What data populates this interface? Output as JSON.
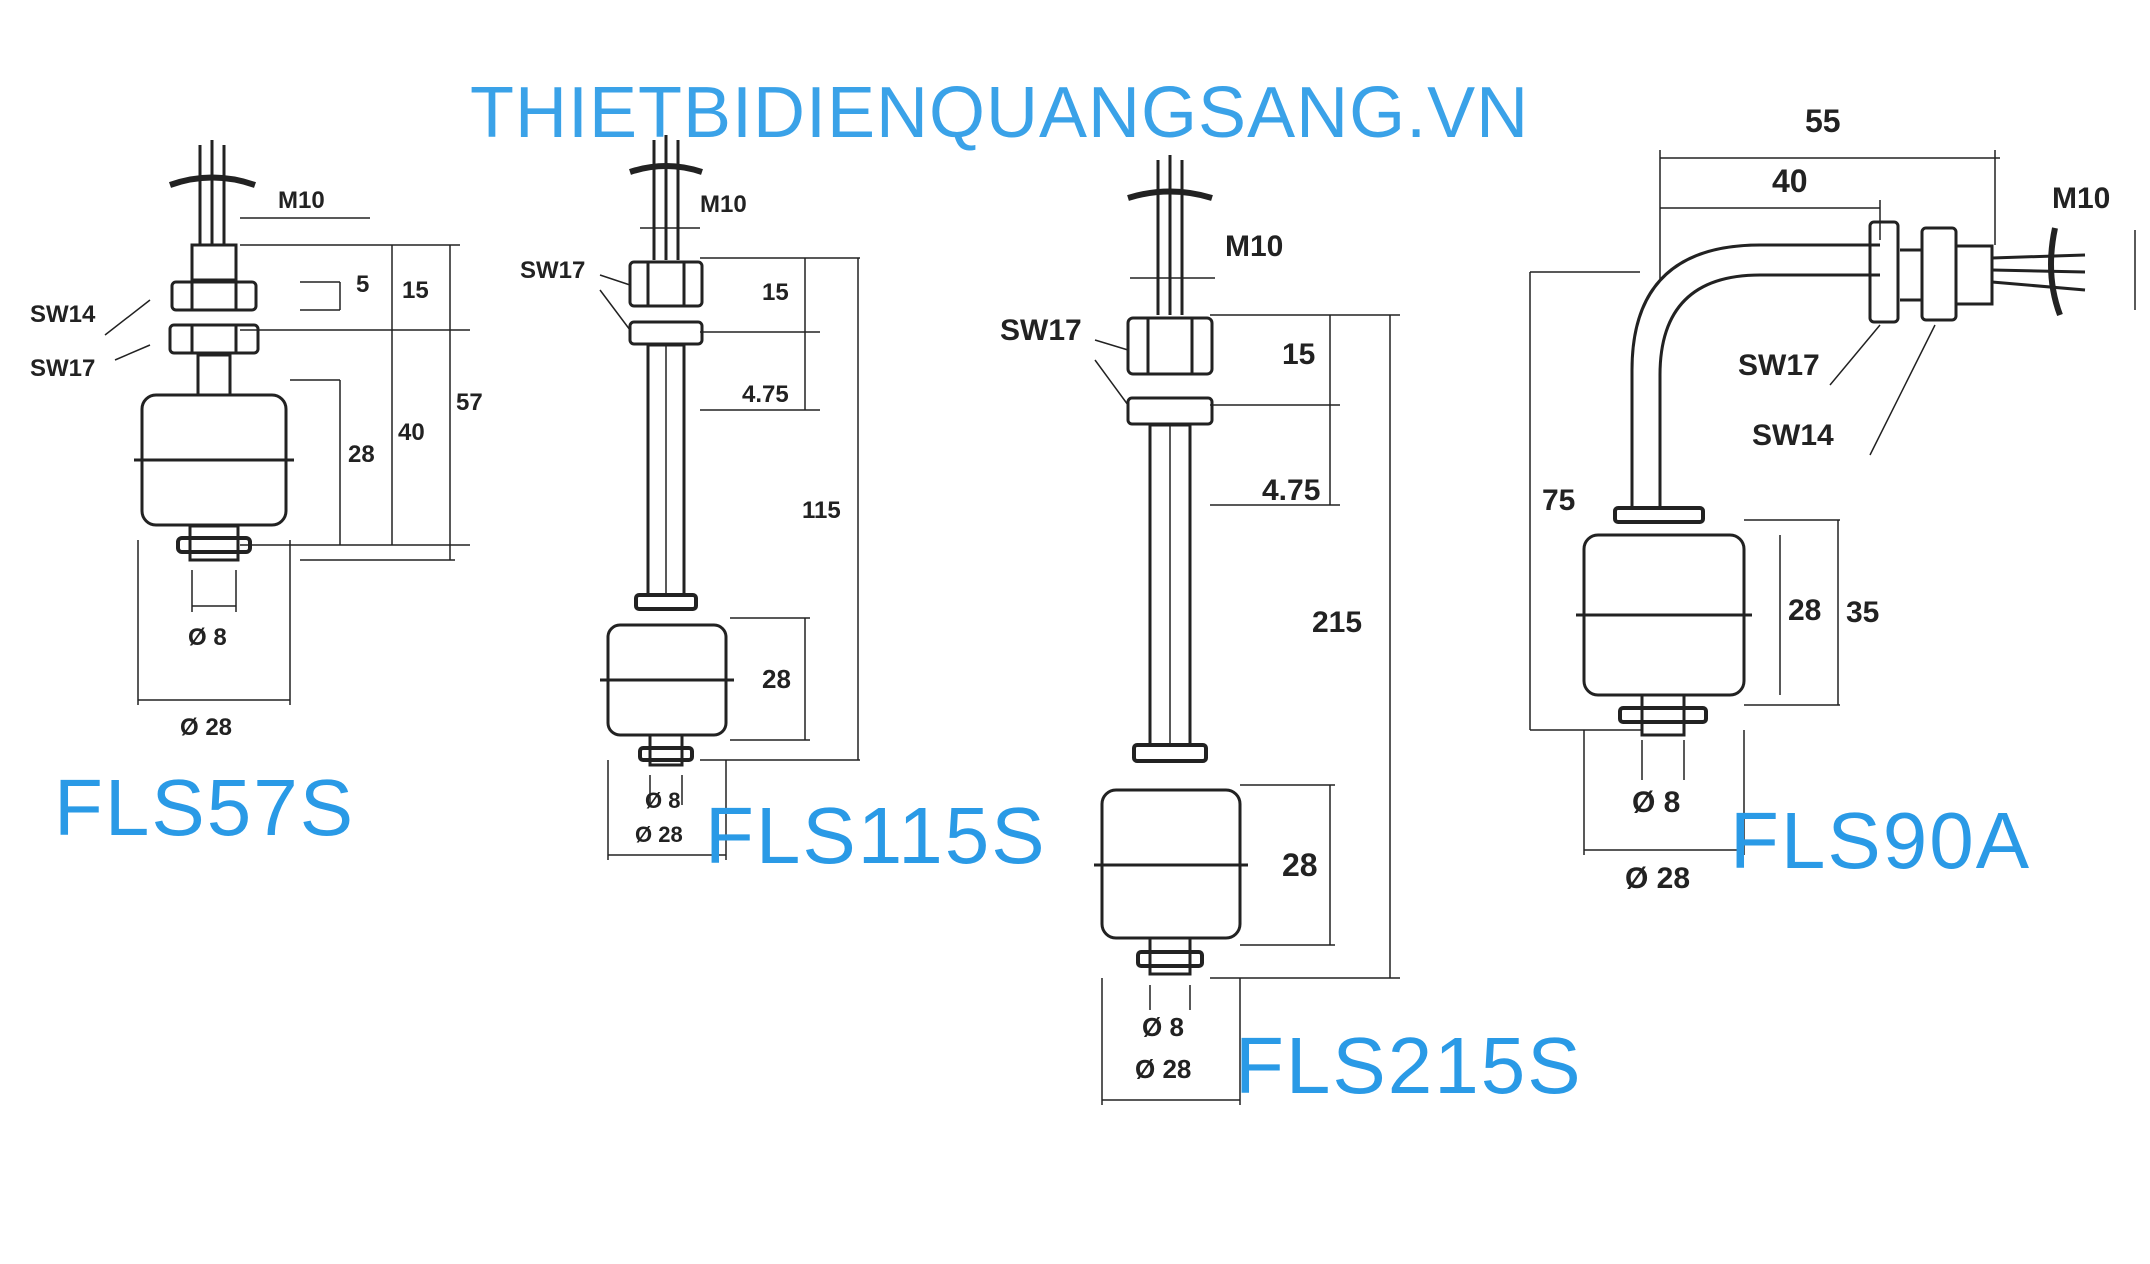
{
  "watermark": "THIETBIDIENQUANGSANG.VN",
  "colors": {
    "brand": "#2a9ae6",
    "line": "#222222"
  },
  "sensors": [
    {
      "model": "FLS57S",
      "labels": {
        "thread": "M10",
        "nut1": "SW14",
        "nut2": "SW17",
        "d_nut": "5",
        "d_top": "15",
        "d_float_bottom": "40",
        "d_total": "57",
        "d_float": "28",
        "d_small": "Ø 8",
        "d_large": "Ø 28"
      }
    },
    {
      "model": "FLS115S",
      "labels": {
        "thread": "M10",
        "nut": "SW17",
        "d_top": "15",
        "d_gap": "4.75",
        "d_total": "115",
        "d_float": "28",
        "d_small": "Ø 8",
        "d_large": "Ø 28"
      }
    },
    {
      "model": "FLS215S",
      "labels": {
        "thread": "M10",
        "nut": "SW17",
        "d_top": "15",
        "d_gap": "4.75",
        "d_total": "215",
        "d_float": "28",
        "d_small": "Ø 8",
        "d_large": "Ø 28"
      }
    },
    {
      "model": "FLS90A",
      "labels": {
        "d_outer": "55",
        "d_inner": "40",
        "thread": "M10",
        "nut1": "SW17",
        "nut2": "SW14",
        "d_height": "75",
        "d_float": "28",
        "d_float_total": "35",
        "d_small": "Ø 8",
        "d_large": "Ø 28"
      }
    }
  ]
}
